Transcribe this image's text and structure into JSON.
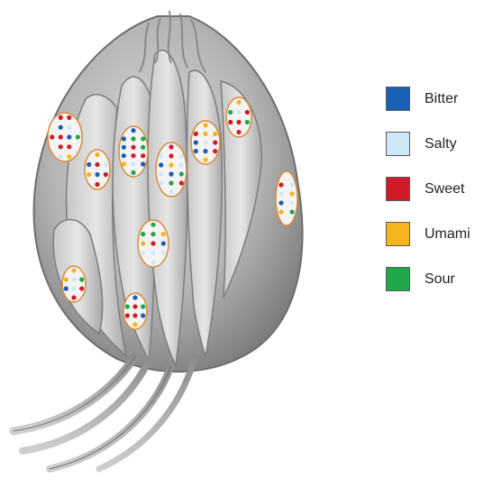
{
  "diagram": {
    "subject": "taste-bud",
    "legend": [
      {
        "label": "Bitter",
        "color": "#1a5fb4"
      },
      {
        "label": "Salty",
        "color": "#cfe8f8"
      },
      {
        "label": "Sweet",
        "color": "#d01c2a"
      },
      {
        "label": "Umami",
        "color": "#f6b51e"
      },
      {
        "label": "Sour",
        "color": "#1fa84a"
      }
    ]
  }
}
